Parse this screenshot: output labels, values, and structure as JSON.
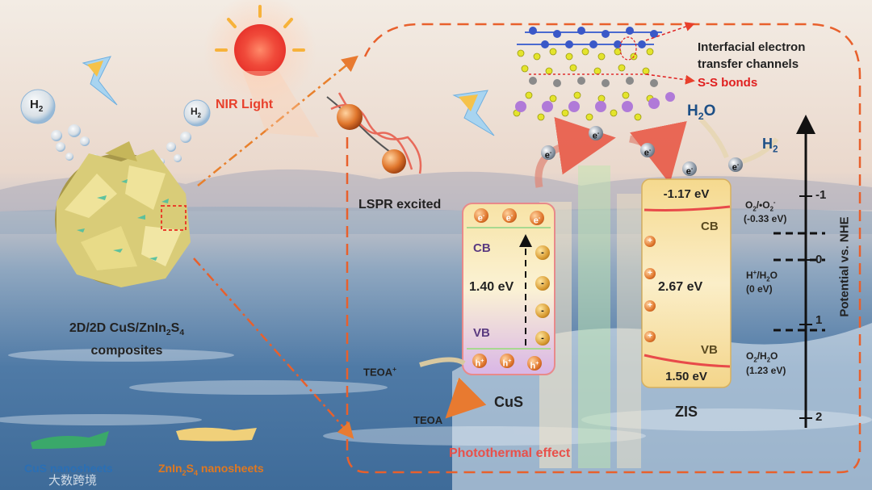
{
  "composite": {
    "h2_left": "H",
    "h2_left_sub": "2",
    "h2_right": "H",
    "h2_right_sub": "2",
    "title_line1_a": "2D/2D CuS/ZnIn",
    "title_line1_s1": "2",
    "title_line1_b": "S",
    "title_line1_s2": "4",
    "title_line2": "composites"
  },
  "light": {
    "nir_label": "NIR Light",
    "lspr_label": "LSPR excited"
  },
  "legend": {
    "cus_label": "CuS nanosheets",
    "zis_label_a": "ZnIn",
    "zis_label_s1": "2",
    "zis_label_b": "S",
    "zis_label_s2": "4",
    "zis_label_c": " nanosheets",
    "watermark": "大数跨境"
  },
  "structure": {
    "channels_line1": "Interfacial electron",
    "channels_line2": "transfer channels",
    "ss_bonds": "S-S bonds"
  },
  "reaction": {
    "h2o_a": "H",
    "h2o_sub": "2",
    "h2o_b": "O",
    "h2_a": "H",
    "h2_sub": "2",
    "teoa_plus": "TEOA",
    "teoa_plus_sup": "+",
    "teoa": "TEOA"
  },
  "cus": {
    "name": "CuS",
    "cb": "CB",
    "vb": "VB",
    "gap": "1.40 eV",
    "electron": "e",
    "hole": "h"
  },
  "zis": {
    "name": "ZIS",
    "cb": "CB",
    "vb": "VB",
    "cb_edge": "-1.17 eV",
    "gap": "2.67 eV",
    "vb_edge": "1.50 eV"
  },
  "electrons": {
    "label": "e",
    "charge": "-"
  },
  "potentials": {
    "o2_line1_a": "O",
    "o2_line1_s1": "2",
    "o2_line1_b": "/•O",
    "o2_line1_s2": "2",
    "o2_line1_sup": "-",
    "o2_line2": "(-0.33 eV)",
    "h_line1_a": "H",
    "h_line1_sup": "+",
    "h_line1_b": "/H",
    "h_line1_s": "2",
    "h_line1_c": "O",
    "h_line2": "(0 eV)",
    "o2h2o_line1_a": "O",
    "o2h2o_line1_s1": "2",
    "o2h2o_line1_b": "/H",
    "o2h2o_line1_s2": "2",
    "o2h2o_line1_c": "O",
    "o2h2o_line2": "(1.23 eV)"
  },
  "axis": {
    "label": "Potential vs. NHE",
    "ticks": [
      "-1",
      "0",
      "1",
      "2"
    ]
  },
  "photothermal": "Photothermal effect",
  "colors": {
    "dashed_frame": "#e8602c",
    "nir": "#e8402c",
    "ss_bonds": "#e02020",
    "photothermal": "#e8504a",
    "cus_legend": "#2a6fb5",
    "zis_legend": "#e07820",
    "zis_band_line": "#e84a4a"
  }
}
